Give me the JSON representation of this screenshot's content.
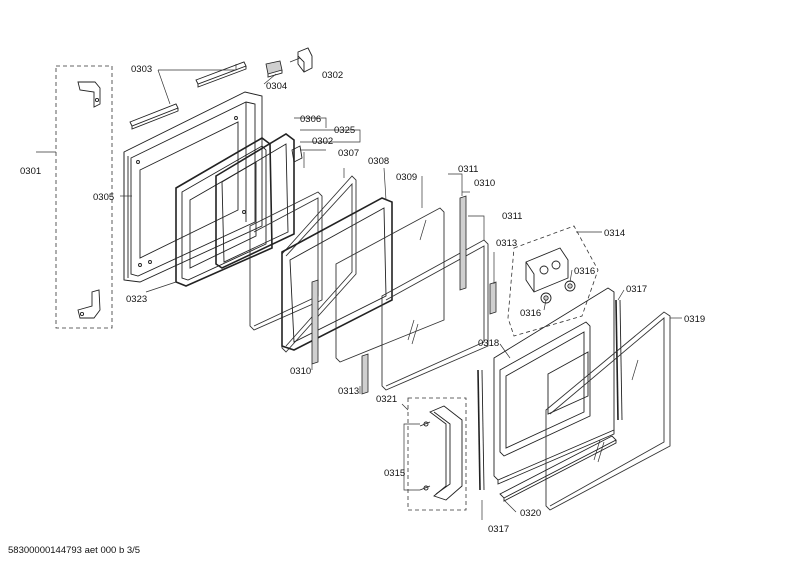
{
  "labels": {
    "l0301": "0301",
    "l0302a": "0302",
    "l0302b": "0302",
    "l0303": "0303",
    "l0304": "0304",
    "l0305": "0305",
    "l0306": "0306",
    "l0307": "0307",
    "l0308": "0308",
    "l0309": "0309",
    "l0310a": "0310",
    "l0310b": "0310",
    "l0311a": "0311",
    "l0311b": "0311",
    "l0313a": "0313",
    "l0313b": "0313",
    "l0314": "0314",
    "l0315": "0315",
    "l0316a": "0316",
    "l0316b": "0316",
    "l0317a": "0317",
    "l0317b": "0317",
    "l0318": "0318",
    "l0319": "0319",
    "l0320": "0320",
    "l0321": "0321",
    "l0323": "0323",
    "l0325": "0325"
  },
  "footer": {
    "code": "58300000144793 aet 000 b 3/5"
  }
}
